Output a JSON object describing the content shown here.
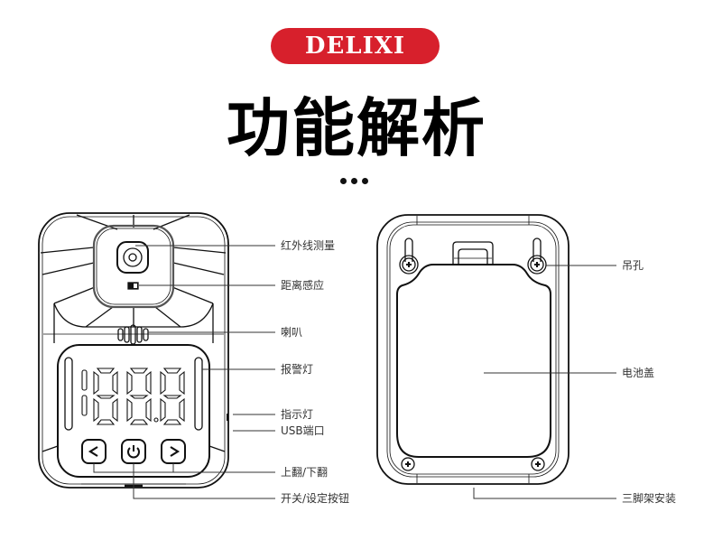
{
  "brand": {
    "logo_text": "DELIXI",
    "color": "#d7202c"
  },
  "heading": {
    "title": "功能解析",
    "ellipsis": "•••"
  },
  "front_view": {
    "display_digits": "188.8",
    "buttons": [
      {
        "name": "left",
        "glyph": "<"
      },
      {
        "name": "power",
        "glyph": "⏻"
      },
      {
        "name": "right",
        "glyph": ">"
      }
    ],
    "callouts": [
      {
        "id": "ir-measure",
        "label": "红外线测量"
      },
      {
        "id": "distance-sensor",
        "label": "距离感应"
      },
      {
        "id": "speaker",
        "label": "喇叭"
      },
      {
        "id": "alarm-light",
        "label": "报警灯"
      },
      {
        "id": "indicator-light",
        "label": "指示灯"
      },
      {
        "id": "usb-port",
        "label": "USB端口"
      },
      {
        "id": "page-buttons",
        "label": "上翻/下翻"
      },
      {
        "id": "power-set-button",
        "label": "开关/设定按钮"
      }
    ]
  },
  "back_view": {
    "callouts": [
      {
        "id": "hanging-hole",
        "label": "吊孔"
      },
      {
        "id": "battery-cover",
        "label": "电池盖"
      },
      {
        "id": "tripod-mount",
        "label": "三脚架安装"
      }
    ]
  }
}
